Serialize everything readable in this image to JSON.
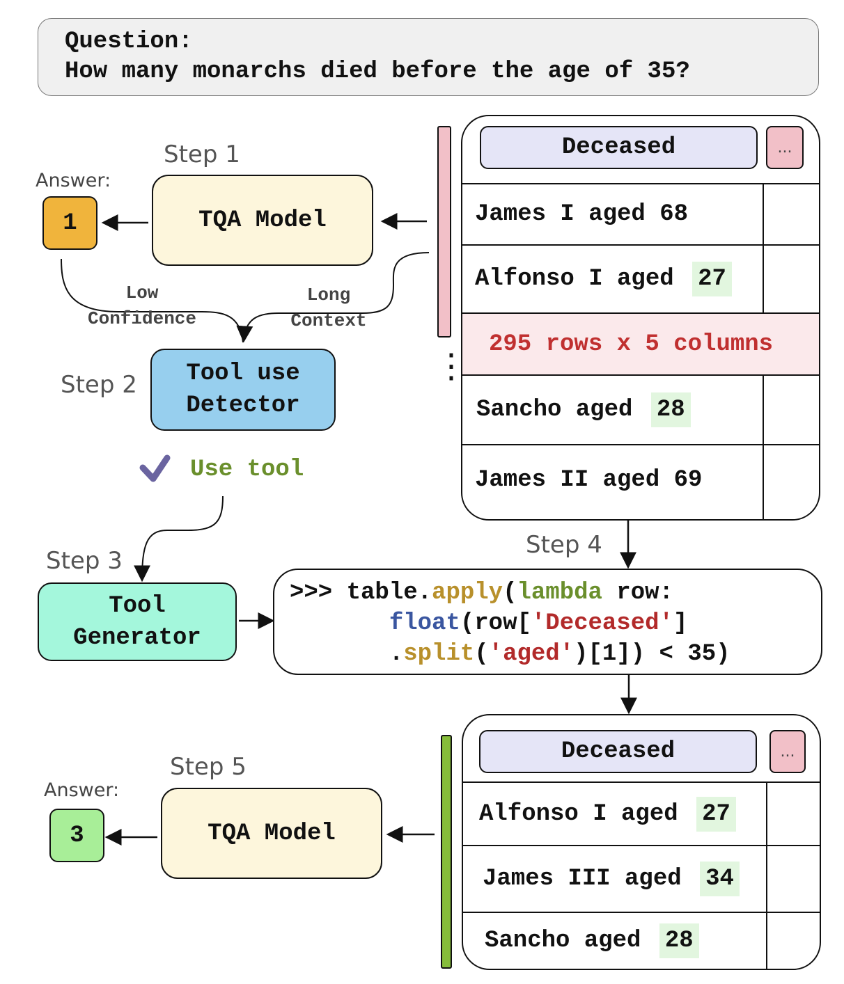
{
  "question": {
    "label": "Question:",
    "text": "How many monarchs died before the age of 35?"
  },
  "steps": {
    "s1": "Step 1",
    "s2": "Step 2",
    "s3": "Step 3",
    "s4": "Step 4",
    "s5": "Step 5"
  },
  "answer1": {
    "label": "Answer:",
    "value": "1"
  },
  "answer2": {
    "label": "Answer:",
    "value": "3"
  },
  "tqa_model_label": "TQA Model",
  "tool_use_detector": {
    "line1": "Tool use",
    "line2": "Detector"
  },
  "tool_generator": {
    "line1": "Tool",
    "line2": "Generator"
  },
  "notes": {
    "low_confidence_1": "Low",
    "low_confidence_2": "Confidence",
    "long_context_1": "Long",
    "long_context_2": "Context"
  },
  "use_tool": {
    "label": "Use tool"
  },
  "table1": {
    "header": "Deceased",
    "menu": "...",
    "rows": [
      {
        "name": "James I aged ",
        "age": "68",
        "highlight": false
      },
      {
        "name": "Alfonso I aged ",
        "age": "27",
        "highlight": true
      },
      {
        "name": "Sancho aged ",
        "age": "28",
        "highlight": true
      },
      {
        "name": "James II aged ",
        "age": "69",
        "highlight": false
      }
    ],
    "summary": "295 rows x 5 columns",
    "ellipsis": "⋮"
  },
  "code": {
    "prompt": ">>> ",
    "t1": "table.",
    "apply": "apply",
    "t2": "(",
    "lambda": "lambda",
    "t3": " row:",
    "indent2": "       ",
    "float": "float",
    "t4": "(row[",
    "deceased": "'Deceased'",
    "t5": "]",
    "indent3": "       .",
    "split": "split",
    "t6": "(",
    "aged": "'aged'",
    "t7": ")[1]) < 35)"
  },
  "table2": {
    "header": "Deceased",
    "menu": "...",
    "rows": [
      {
        "name": "Alfonso I aged ",
        "age": "27"
      },
      {
        "name": "James III aged ",
        "age": "34"
      },
      {
        "name": "Sancho aged ",
        "age": "28"
      }
    ]
  },
  "colors": {
    "answer1_fill": "#f0b43c",
    "answer2_fill": "#a8ee98",
    "tqa_fill": "#fdf6dc",
    "detector_fill": "#97cfee",
    "generator_fill": "#a4f7dc",
    "summary_fill": "#fbe9eb",
    "summary_text": "#c03030",
    "pink_bar": "#f2c0c8",
    "green_bar": "#86bd3a",
    "check": "#6a64a0",
    "use_tool_text": "#6a8f2c"
  }
}
